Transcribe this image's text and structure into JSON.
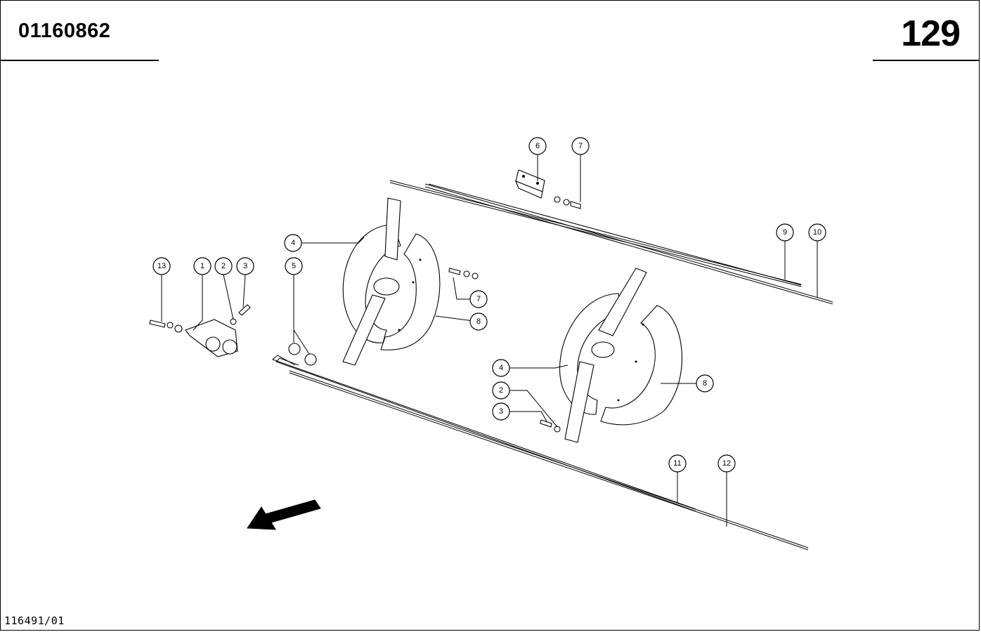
{
  "header": {
    "part_number": "01160862",
    "page_number": "129"
  },
  "footer": {
    "drawing_ref": "116491/01"
  },
  "callouts": {
    "c1": "1",
    "c2a": "2",
    "c2b": "2",
    "c3a": "3",
    "c3b": "3",
    "c4a": "4",
    "c4b": "4",
    "c5": "5",
    "c6": "6",
    "c7a": "7",
    "c7b": "7",
    "c8a": "8",
    "c8b": "8",
    "c9": "9",
    "c10": "10",
    "c11": "11",
    "c12": "12",
    "c13": "13"
  },
  "icons": {
    "direction": "arrow-left-down-icon"
  }
}
